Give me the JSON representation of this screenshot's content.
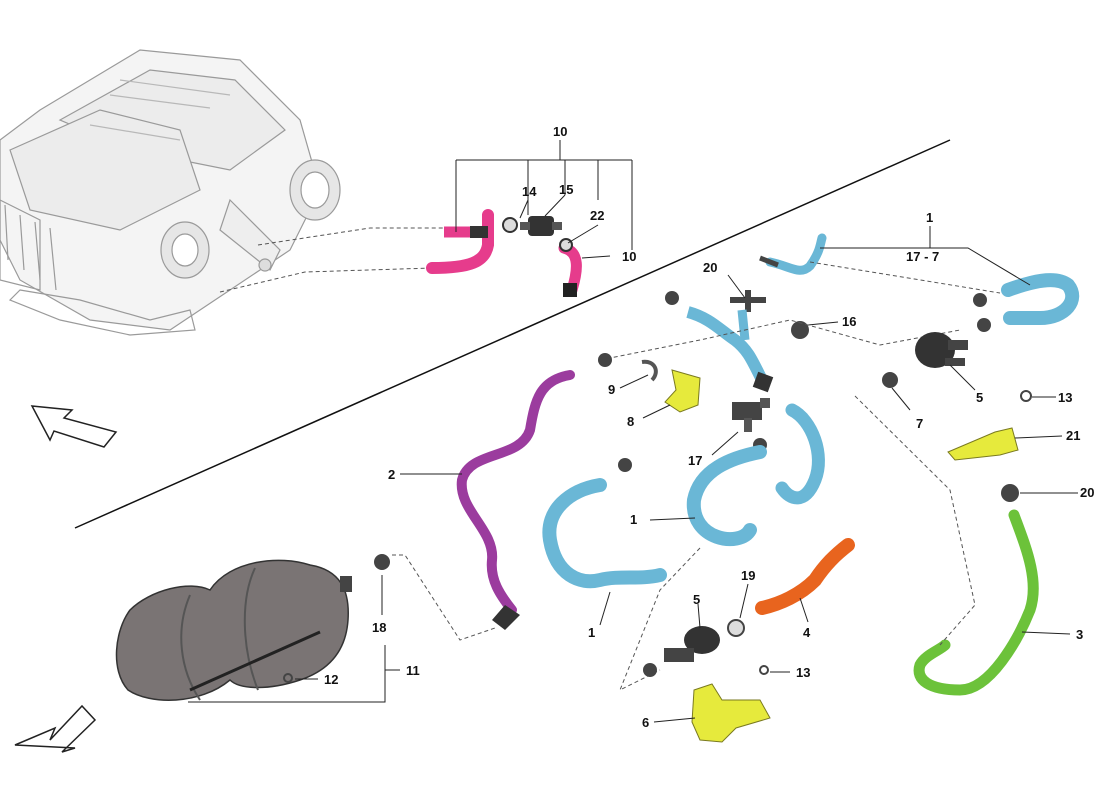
{
  "title": "",
  "colors": {
    "hose_blue": "#6ab7d6",
    "hose_magenta": "#e63c8c",
    "hose_purple": "#9b3c9e",
    "hose_orange": "#e8641e",
    "hose_green": "#6cc23a",
    "bracket_yellow": "#e6ea3c",
    "canister_grey": "#7a7474",
    "engine_line": "#9a9a9a",
    "clip_dark": "#333333"
  },
  "direction_arrows": [
    "arrow-up-left-icon",
    "arrow-down-left-icon"
  ],
  "labels": {
    "l10_top": "10",
    "l14": "14",
    "l15": "15",
    "l22": "22",
    "l10_side": "10",
    "l1_top": "1",
    "l17_7": "17 - 7",
    "l20_top": "20",
    "l16": "16",
    "l9": "9",
    "l8": "8",
    "l5_right": "5",
    "l7": "7",
    "l13_right": "13",
    "l21": "21",
    "l20_right": "20",
    "l17": "17",
    "l2": "2",
    "l1_mid": "1",
    "l1_low": "1",
    "l5_low": "5",
    "l19": "19",
    "l4": "4",
    "l3": "3",
    "l13_low": "13",
    "l6": "6",
    "l18": "18",
    "l11": "11",
    "l12": "12"
  }
}
